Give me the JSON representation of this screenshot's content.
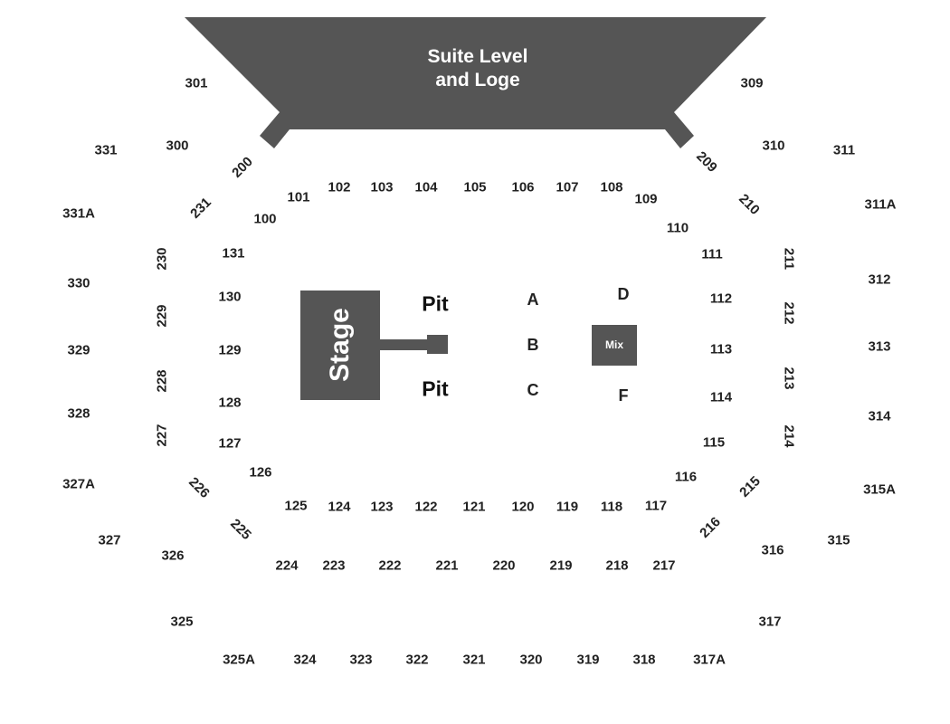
{
  "suite": {
    "line1": "Suite Level",
    "line2": "and Loge",
    "color": "#555555"
  },
  "stage": {
    "label": "Stage",
    "color": "#555555"
  },
  "mix": {
    "label": "Mix"
  },
  "pit": {
    "upper": "Pit",
    "lower": "Pit"
  },
  "floor": {
    "a": "A",
    "b": "B",
    "c": "C",
    "d": "D",
    "f": "F"
  },
  "sections": {
    "s100": "100",
    "s101": "101",
    "s102": "102",
    "s103": "103",
    "s104": "104",
    "s105": "105",
    "s106": "106",
    "s107": "107",
    "s108": "108",
    "s109": "109",
    "s110": "110",
    "s111": "111",
    "s112": "112",
    "s113": "113",
    "s114": "114",
    "s115": "115",
    "s116": "116",
    "s117": "117",
    "s118": "118",
    "s119": "119",
    "s120": "120",
    "s121": "121",
    "s122": "122",
    "s123": "123",
    "s124": "124",
    "s125": "125",
    "s126": "126",
    "s127": "127",
    "s128": "128",
    "s129": "129",
    "s130": "130",
    "s131": "131",
    "s200": "200",
    "s209": "209",
    "s210": "210",
    "s211": "211",
    "s212": "212",
    "s213": "213",
    "s214": "214",
    "s215": "215",
    "s216": "216",
    "s217": "217",
    "s218": "218",
    "s219": "219",
    "s220": "220",
    "s221": "221",
    "s222": "222",
    "s223": "223",
    "s224": "224",
    "s225": "225",
    "s226": "226",
    "s227": "227",
    "s228": "228",
    "s229": "229",
    "s230": "230",
    "s231": "231",
    "s300": "300",
    "s301": "301",
    "s309": "309",
    "s310": "310",
    "s311": "311",
    "s311A": "311A",
    "s312": "312",
    "s313": "313",
    "s314": "314",
    "s315": "315",
    "s315A": "315A",
    "s316": "316",
    "s317": "317",
    "s317A": "317A",
    "s318": "318",
    "s319": "319",
    "s320": "320",
    "s321": "321",
    "s322": "322",
    "s323": "323",
    "s324": "324",
    "s325": "325",
    "s325A": "325A",
    "s326": "326",
    "s327": "327",
    "s327A": "327A",
    "s328": "328",
    "s329": "329",
    "s330": "330",
    "s331": "331",
    "s331A": "331A"
  }
}
